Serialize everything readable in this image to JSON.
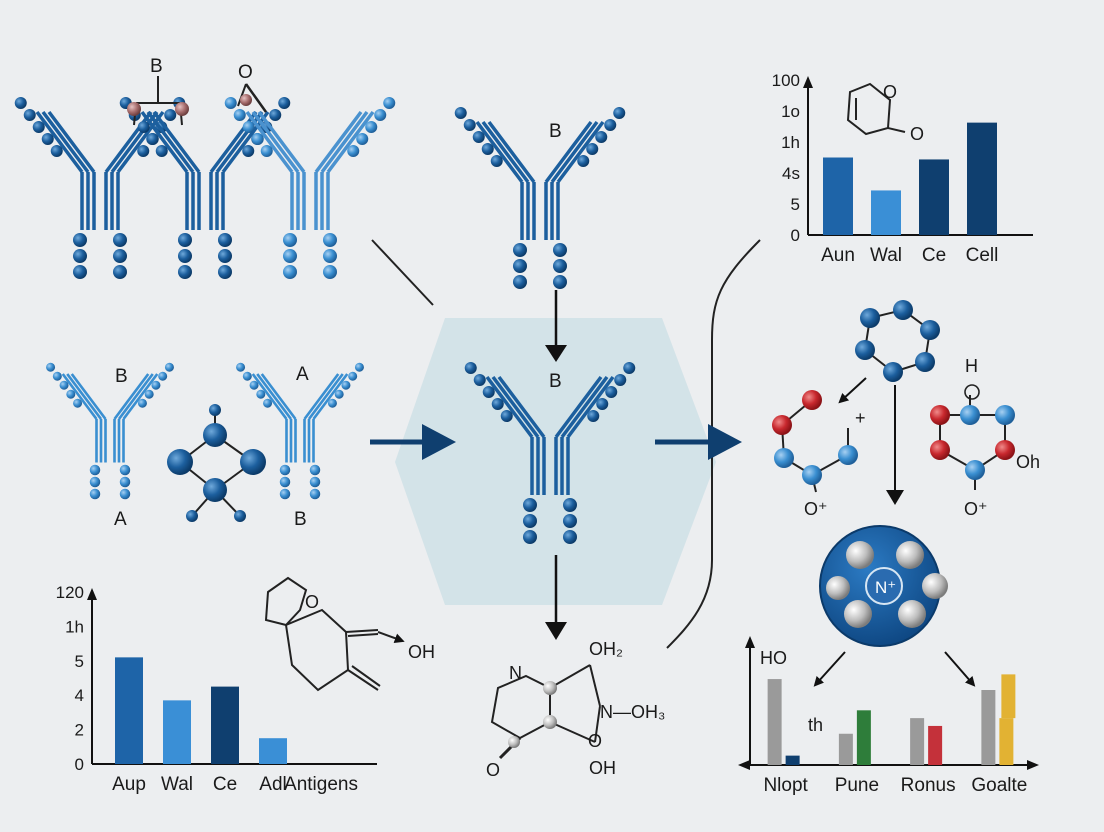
{
  "colors": {
    "background": "#eceef0",
    "antibody_dark": "#1c5f9e",
    "antibody_light": "#4a92cf",
    "node_dark": "#124a80",
    "node_blue": "#3a8fd1",
    "node_red": "#c8282e",
    "bar_dark": "#0f3f6f",
    "bar_mid": "#1e64a8",
    "bar_light": "#3a8fd6",
    "bar_gray": "#9a9a9a",
    "bar_green": "#2e7d3a",
    "bar_red": "#c4313a",
    "bar_yellow": "#e2b233",
    "arrow": "#0f3f6f",
    "hex_fill": "#cfe0e6"
  },
  "labels": {
    "top_left_b": "B",
    "top_left_o": "O",
    "top_middle_b": "B",
    "mid_left_b": "B",
    "mid_left_a_top": "A",
    "mid_left_a_bottom": "A",
    "mid_left_b_bottom": "B",
    "center_b": "B",
    "right_h": "H",
    "right_plus": "+",
    "right_oplus_1": "O⁺",
    "right_oplus_2": "O⁺",
    "right_oh": "Oh",
    "nplus": "N⁺",
    "bottom_left_o": "O",
    "bottom_left_oh": "OH",
    "bottom_mid_n": "N",
    "bottom_mid_oh2": "OH₂",
    "bottom_mid_noh3": "N—OH₃",
    "bottom_mid_o1": "O",
    "bottom_mid_oh": "OH",
    "bottom_mid_o2": "O",
    "top_right_o1": "O",
    "top_right_o2": "O",
    "bottom_right_ho": "HO",
    "bottom_right_th": "th"
  },
  "chart_data": [
    {
      "type": "bar",
      "categories": [
        "Aun",
        "Wal",
        "Ce",
        "Cell"
      ],
      "values": [
        4.0,
        2.3,
        3.9,
        5.8
      ],
      "ytick_labels": [
        "0",
        "5",
        "4s",
        "1h",
        "1o",
        "100"
      ],
      "bar_colors": [
        "#1e64a8",
        "#3a8fd6",
        "#0f3f6f",
        "#0f3f6f"
      ],
      "ylim": [
        0,
        8
      ]
    },
    {
      "type": "bar",
      "categories": [
        "Aup",
        "Wal",
        "Ce",
        "Adl",
        "Antigens"
      ],
      "values": [
        6.2,
        3.7,
        4.5,
        1.5,
        0
      ],
      "ytick_labels": [
        "0",
        "2",
        "4",
        "5",
        "1h",
        "120"
      ],
      "bar_colors": [
        "#1e64a8",
        "#3a8fd6",
        "#0f3f6f",
        "#3a8fd6"
      ],
      "ylim": [
        0,
        10
      ]
    },
    {
      "type": "bar",
      "categories": [
        "Nlopt",
        "Pune",
        "Ronus",
        "Goalte"
      ],
      "series": [
        {
          "values": [
            5.5,
            2.0,
            3.0,
            4.8
          ]
        },
        {
          "values": [
            0.6,
            0.0,
            0.0,
            0.0
          ]
        },
        {
          "values": [
            0.0,
            3.5,
            0.0,
            0.0
          ]
        },
        {
          "values": [
            0.0,
            0.0,
            2.5,
            0.0
          ]
        },
        {
          "values": [
            0.0,
            0.0,
            0.0,
            3.0
          ]
        }
      ],
      "ylim": [
        0,
        8
      ]
    }
  ]
}
